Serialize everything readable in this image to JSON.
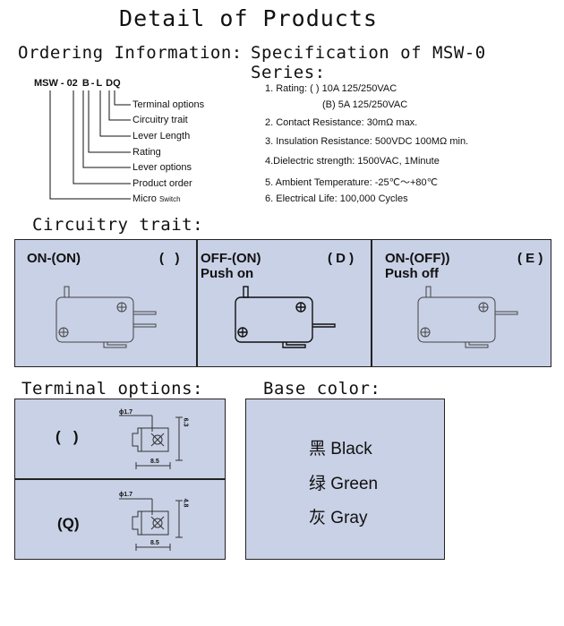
{
  "title": "Detail of Products",
  "ordering": {
    "heading": "Ordering Information:",
    "model": {
      "p1": "MSW",
      "d1": "-",
      "p2": "02",
      "p3": "B",
      "d2": "-",
      "p4": "L",
      "p5": "DQ"
    },
    "labels": [
      "Terminal options",
      "Circuitry trait",
      "Lever Length",
      "Rating",
      "Lever options",
      "Product order"
    ],
    "micro": "Micro",
    "micro_suffix": "Switch"
  },
  "spec": {
    "heading": "Specification of MSW-0 Series:",
    "lines": [
      "1. Rating: (  ) 10A 125/250VAC",
      "(B) 5A 125/250VAC",
      "2. Contact Resistance: 30mΩ max.",
      "3. Insulation Resistance: 500VDC  100MΩ min.",
      "4.Dielectric strength: 1500VAC, 1Minute",
      "5. Ambient Temperature: -25℃～+80℃",
      "6. Electrical Life: 100,000 Cycles"
    ]
  },
  "circuitry": {
    "heading": "Circuitry trait:",
    "panels": [
      {
        "name": "ON-(ON)",
        "code": "(   )"
      },
      {
        "name": "OFF-(ON)\nPush on",
        "code": "( D )"
      },
      {
        "name": "ON-(OFF))\nPush off",
        "code": "( E )"
      }
    ]
  },
  "terminal": {
    "heading": "Terminal options:",
    "options": [
      {
        "code": "(   )",
        "dia": "ϕ1.7",
        "width": "6.3",
        "length": "8.5"
      },
      {
        "code": "(Q)",
        "dia": "ϕ1.7",
        "width": "4.8",
        "length": "8.5"
      }
    ]
  },
  "base": {
    "heading": "Base color:",
    "colors": [
      {
        "cn": "黑",
        "en": "Black"
      },
      {
        "cn": "绿",
        "en": "Green"
      },
      {
        "cn": "灰",
        "en": "Gray"
      }
    ]
  }
}
